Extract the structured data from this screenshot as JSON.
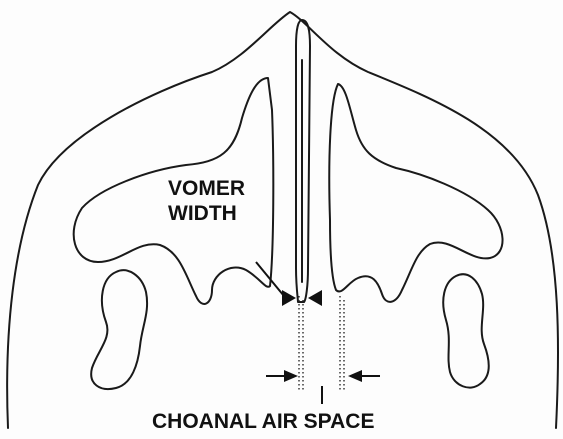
{
  "labels": {
    "vomer_line1": "VOMER",
    "vomer_line2": "WIDTH",
    "choanal": "CHOANAL AIR SPACE"
  },
  "colors": {
    "line": "#1a1a1a",
    "background": "#fdfdfd"
  }
}
